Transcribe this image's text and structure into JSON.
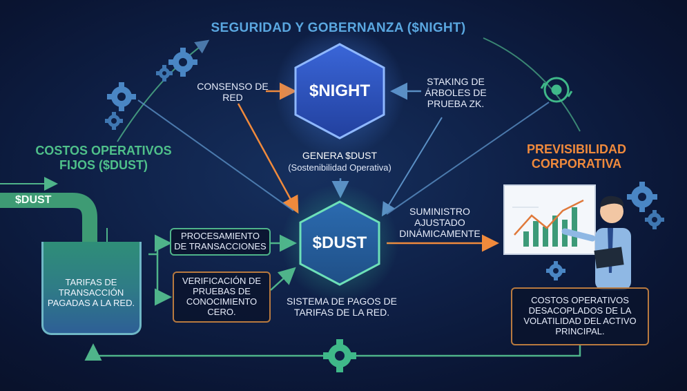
{
  "title": "SEGURIDAD Y GOBERNANZA ($NIGHT)",
  "night": {
    "label": "$NIGHT",
    "left_input": "CONSENSO DE RED",
    "right_input": "STAKING DE ÁRBOLES DE PRUEBA ZK."
  },
  "generates": {
    "line1": "GENERA $DUST",
    "line2": "(Sostenibilidad Operativa)"
  },
  "dust": {
    "label": "$DUST",
    "caption": "SISTEMA DE PAGOS DE TARIFAS DE LA RED.",
    "supply": "SUMINISTRO AJUSTADO DINÁMICAMENTE"
  },
  "left": {
    "title": "COSTOS OPERATIVOS FIJOS ($DUST)",
    "pipe_label": "$DUST",
    "tank_label": "TARIFAS DE TRANSACCIÓN PAGADAS A LA RED.",
    "box1": "PROCESAMIENTO DE TRANSACCIONES",
    "box2": "VERIFICACIÓN DE PRUEBAS DE CONOCIMIENTO CERO."
  },
  "right": {
    "title": "PREVISIBILIDAD CORPORATIVA",
    "box": "COSTOS OPERATIVOS DESACOPLADOS DE LA VOLATILIDAD DEL ACTIVO PRINCIPAL."
  },
  "colors": {
    "blue": "#5aa7e0",
    "green": "#4fc08a",
    "orange": "#f08a3c",
    "night_hex": "#2f55c8",
    "dust_hex": "#2a6f9c"
  },
  "icons": [
    "gear-icon",
    "recycle-gear-icon",
    "presenter-illustration",
    "chart-board-icon"
  ]
}
